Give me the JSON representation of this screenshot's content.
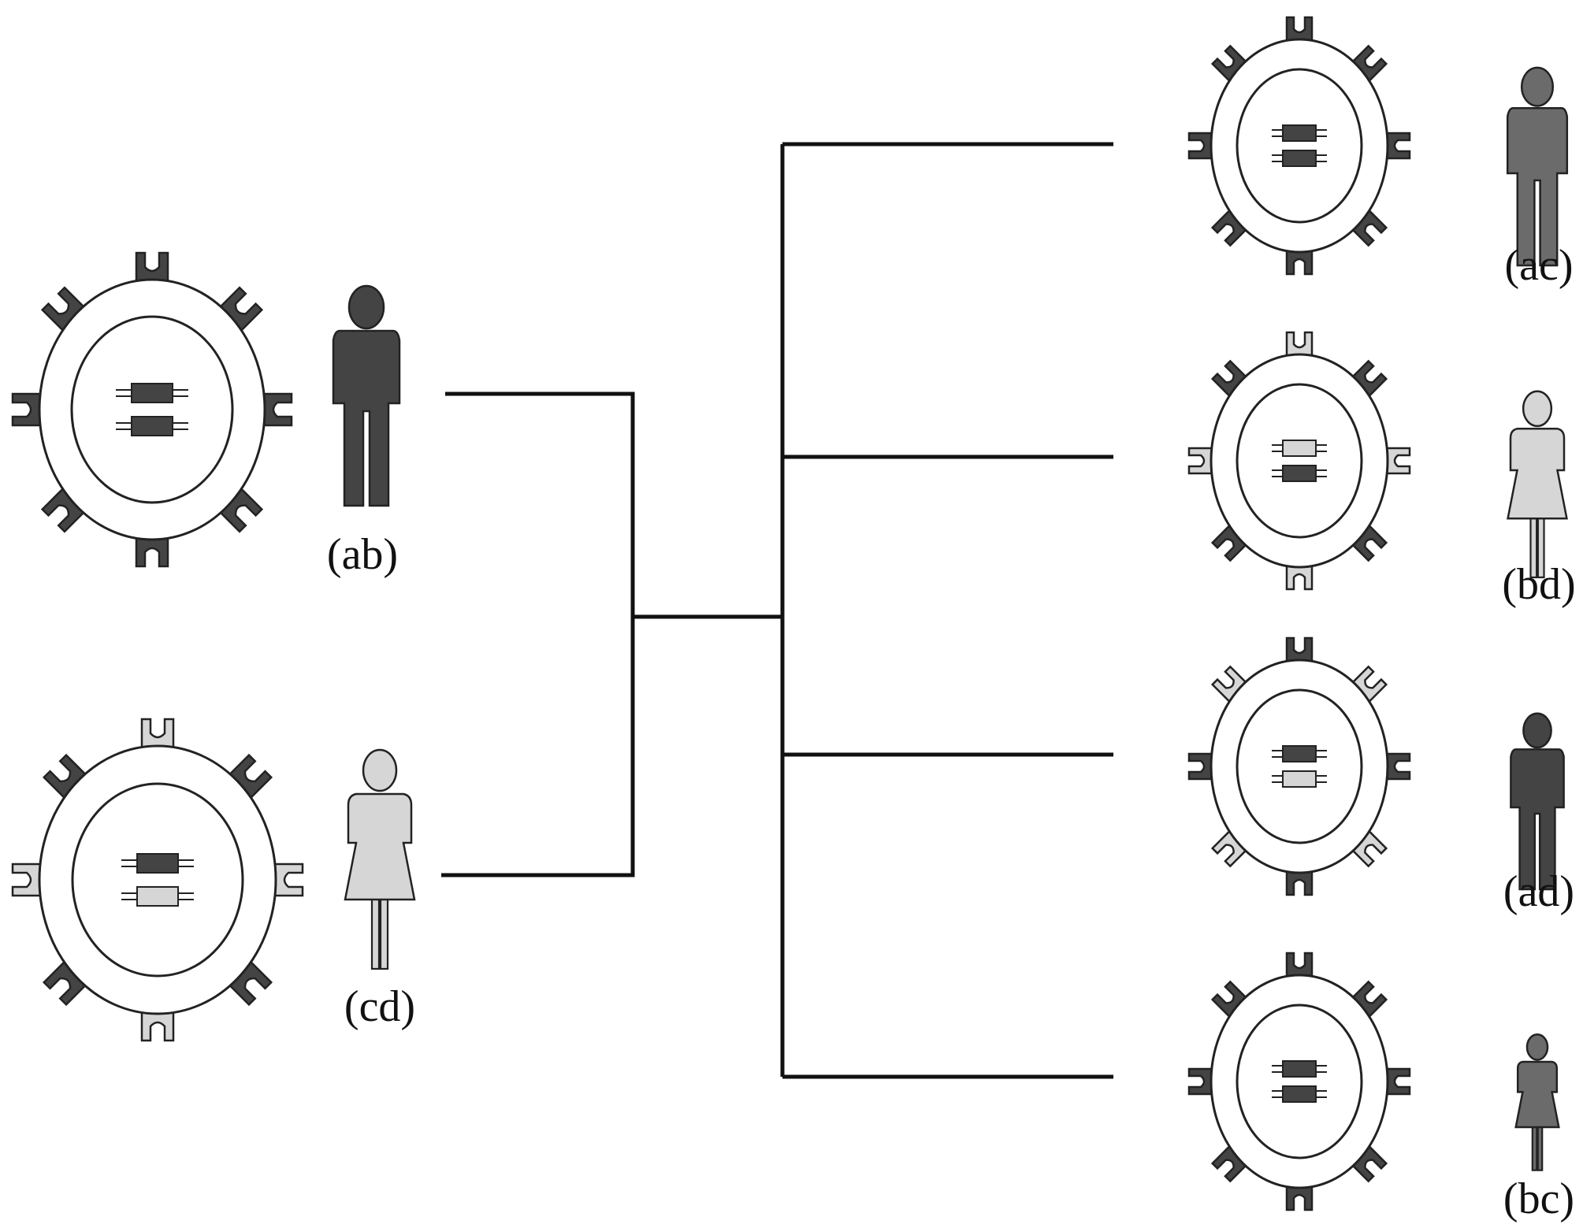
{
  "colors": {
    "dark": "#444444",
    "medium": "#6b6b6b",
    "light": "#d6d6d6",
    "line": "#111111"
  },
  "parents": [
    {
      "label": "(ab)",
      "figure": "male",
      "tone": "dark",
      "icon": "blood-cell-icon",
      "genes": [
        "dark",
        "dark"
      ],
      "receptors": [
        "dark",
        "dark",
        "dark",
        "dark",
        "dark",
        "dark",
        "dark",
        "dark"
      ]
    },
    {
      "label": "(cd)",
      "figure": "female",
      "tone": "light",
      "icon": "blood-cell-icon",
      "genes": [
        "dark",
        "light"
      ],
      "receptors": [
        "light",
        "dark",
        "light",
        "dark",
        "light",
        "dark",
        "light",
        "dark"
      ]
    }
  ],
  "offspring": [
    {
      "label": "(ac)",
      "figure": "male",
      "tone": "medium",
      "icon": "blood-cell-icon",
      "genes": [
        "dark",
        "dark"
      ],
      "receptors": [
        "dark",
        "dark",
        "dark",
        "dark",
        "dark",
        "dark",
        "dark",
        "dark"
      ]
    },
    {
      "label": "(bd)",
      "figure": "female",
      "tone": "light",
      "icon": "blood-cell-icon",
      "genes": [
        "light",
        "dark"
      ],
      "receptors": [
        "light",
        "dark",
        "light",
        "dark",
        "light",
        "dark",
        "light",
        "dark"
      ]
    },
    {
      "label": "(ad)",
      "figure": "male",
      "tone": "dark",
      "icon": "blood-cell-icon",
      "genes": [
        "dark",
        "light"
      ],
      "receptors": [
        "dark",
        "light",
        "dark",
        "light",
        "dark",
        "light",
        "dark",
        "light"
      ]
    },
    {
      "label": "(bc)",
      "figure": "female-small",
      "tone": "medium",
      "icon": "blood-cell-icon",
      "genes": [
        "dark",
        "dark"
      ],
      "receptors": [
        "dark",
        "dark",
        "dark",
        "dark",
        "dark",
        "dark",
        "dark",
        "dark"
      ]
    }
  ]
}
